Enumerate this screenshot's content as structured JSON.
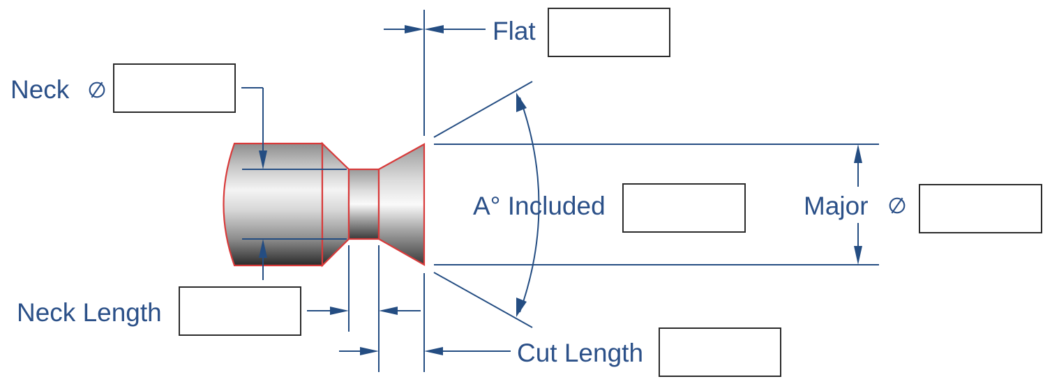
{
  "labels": {
    "flat": "Flat",
    "neck": "Neck",
    "included": "A° Included",
    "major": "Major",
    "neck_length": "Neck Length",
    "cut_length": "Cut Length"
  },
  "inputs": {
    "flat": "",
    "neck_diameter": "",
    "included_angle": "",
    "major_diameter": "",
    "neck_length": "",
    "cut_length": ""
  },
  "icons": {
    "neck_diameter": "diameter-symbol-icon",
    "major_diameter": "diameter-symbol-icon"
  },
  "colors": {
    "label_text": "#2b5088",
    "dimension_line": "#244d82",
    "part_outline": "#d83a3a",
    "input_border": "#2a2a2a"
  }
}
